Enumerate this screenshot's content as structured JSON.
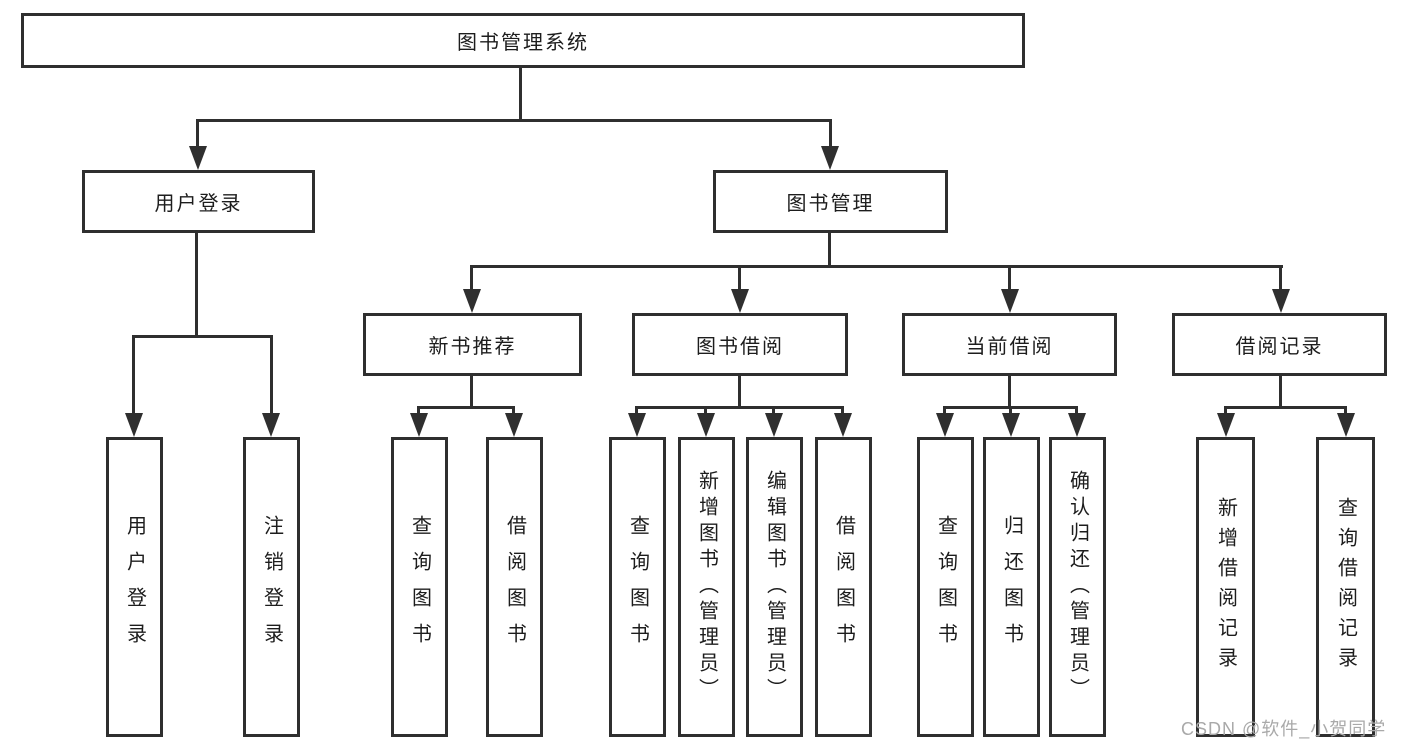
{
  "diagram": {
    "root": "图书管理系统",
    "level2": [
      "用户登录",
      "图书管理"
    ],
    "level3": [
      "新书推荐",
      "图书借阅",
      "当前借阅",
      "借阅记录"
    ],
    "leaves": {
      "user_login": [
        "用户登录",
        "注销登录"
      ],
      "new_book_rec": [
        "查询图书",
        "借阅图书"
      ],
      "book_borrow": [
        "查询图书",
        "新增图书（管理员）",
        "编辑图书（管理员）",
        "借阅图书"
      ],
      "current_borrow": [
        "查询图书",
        "归还图书",
        "确认归还（管理员）"
      ],
      "borrow_records": [
        "新增借阅记录",
        "查询借阅记录"
      ]
    }
  },
  "watermark": "CSDN @软件_小贺同学",
  "colors": {
    "stroke": "#2f2f2f",
    "text": "#1d1d1d",
    "background": "#ffffff",
    "watermark": "#a9a9a9"
  }
}
